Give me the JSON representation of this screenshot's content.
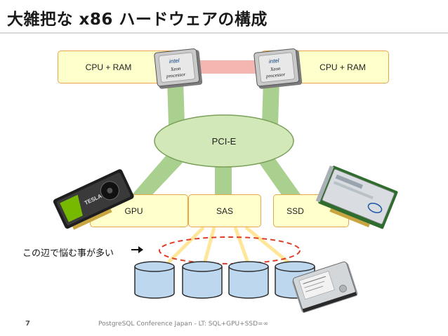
{
  "title": "大雑把な x86 ハードウェアの構成",
  "cpu_left_label": "CPU + RAM",
  "cpu_right_label": "CPU + RAM",
  "bus_label": "PCI-E",
  "gpu_label": "GPU",
  "sas_label": "SAS",
  "ssd_label": "SSD",
  "note": "この辺で悩む事が多い",
  "chip_brand": "intel",
  "chip_model_line1": "Xeon",
  "chip_model_line2": "processor",
  "gpu_card_text": "TESLA",
  "page_number": "7",
  "footer": "PostgreSQL Conference Japan - LT: SQL+GPU+SSD=∞",
  "colors": {
    "box_fill": "#ffffcc",
    "box_border": "#e7a64a",
    "bus_fill": "#d2e8b8",
    "bus_border": "#7aa05a",
    "link_green": "#a9d08e",
    "link_pink": "#f4b6b0",
    "disk_fill": "#bdd7ee",
    "disk_border": "#2e2e2e",
    "cable_yellow": "#ffe699",
    "highlight_red": "#e03c28"
  }
}
